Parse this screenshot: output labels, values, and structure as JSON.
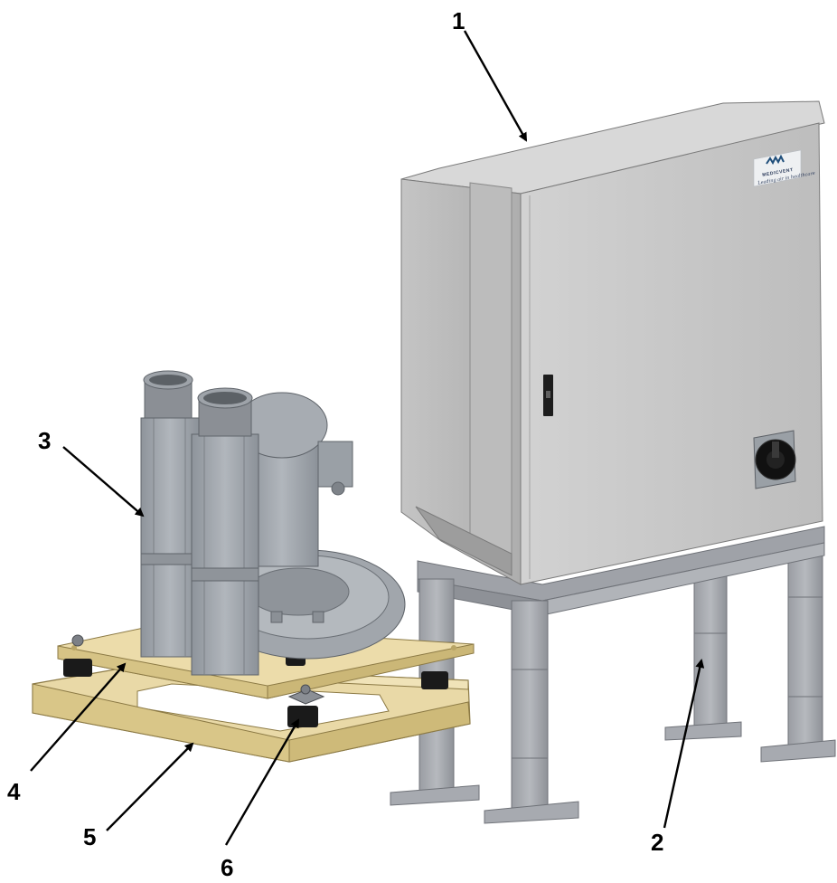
{
  "brand": {
    "name": "MEDICVENT",
    "tagline": "Leading air in healthcare"
  },
  "callouts": [
    {
      "id": "1",
      "label": "1"
    },
    {
      "id": "2",
      "label": "2"
    },
    {
      "id": "3",
      "label": "3"
    },
    {
      "id": "4",
      "label": "4"
    },
    {
      "id": "5",
      "label": "5"
    },
    {
      "id": "6",
      "label": "6"
    }
  ],
  "colors": {
    "cabinet": "#c9c9c9",
    "stand": "#a9acb2",
    "blower": "#a3a8ae",
    "frame": "#e6d7a6",
    "mount": "#1a1a1a",
    "arrow": "#000000"
  }
}
